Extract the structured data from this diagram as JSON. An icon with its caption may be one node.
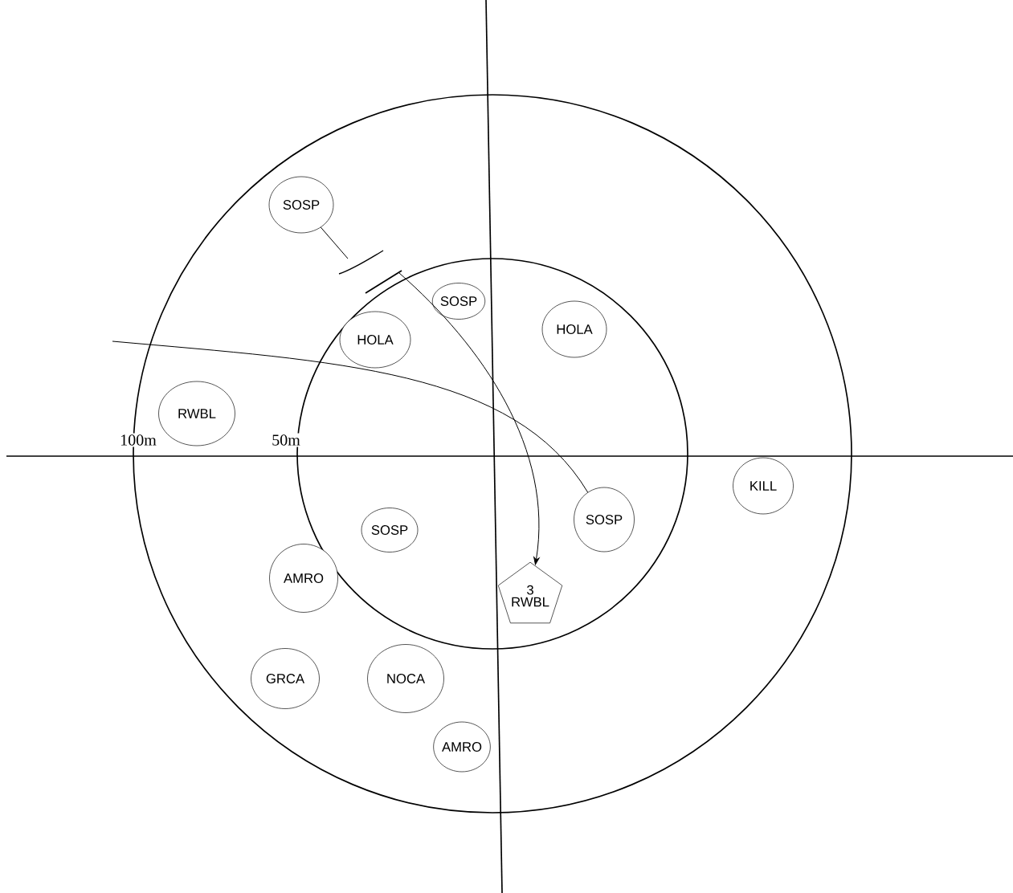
{
  "diagram": {
    "nodes": [
      {
        "text": [
          "SOSP"
        ]
      },
      {
        "text": [
          "SOSP"
        ]
      },
      {
        "text": [
          "HOLA"
        ]
      },
      {
        "text": [
          "HOLA"
        ]
      },
      {
        "text": [
          "RWBL"
        ]
      },
      {
        "text": [
          "KILL"
        ]
      },
      {
        "text": [
          "SOSP"
        ]
      },
      {
        "text": [
          "SOSP"
        ]
      },
      {
        "text": [
          "AMRO"
        ]
      },
      {
        "text": [
          "3",
          "RWBL"
        ]
      },
      {
        "text": [
          "GRCA"
        ]
      },
      {
        "text": [
          "NOCA"
        ]
      },
      {
        "text": [
          "AMRO"
        ]
      }
    ],
    "edges": [
      {
        "from": 0,
        "to": null,
        "arrow": "none"
      },
      {
        "from": null,
        "to": 9,
        "arrow": "to"
      },
      {
        "from": null,
        "to": 6,
        "arrow": "none"
      }
    ],
    "labels": [
      "100m",
      "50m"
    ]
  }
}
